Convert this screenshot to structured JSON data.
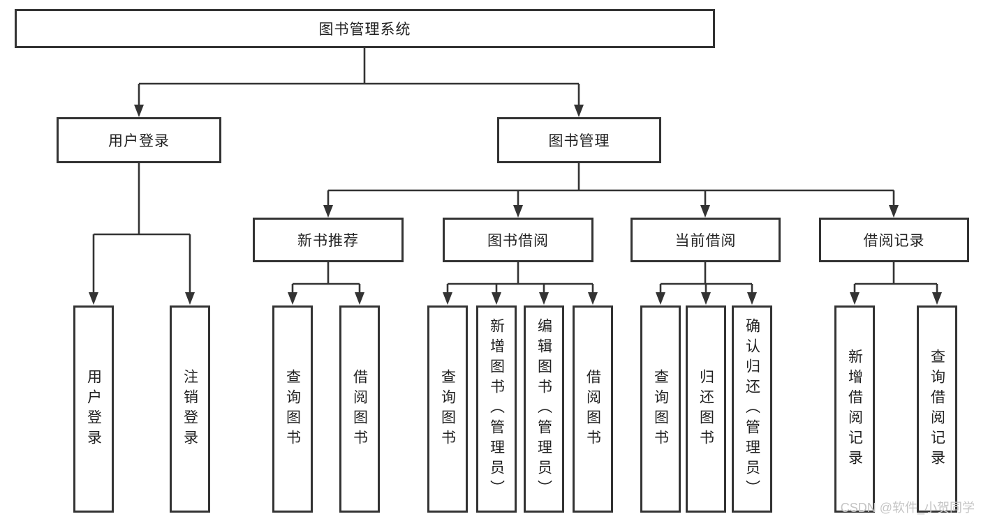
{
  "diagram": {
    "title": "图书管理系统",
    "branches": [
      {
        "label": "用户登录",
        "children": [
          {
            "label": "用户登录"
          },
          {
            "label": "注销登录"
          }
        ]
      },
      {
        "label": "图书管理",
        "children": [
          {
            "label": "新书推荐",
            "children": [
              {
                "label": "查询图书"
              },
              {
                "label": "借阅图书"
              }
            ]
          },
          {
            "label": "图书借阅",
            "children": [
              {
                "label": "查询图书"
              },
              {
                "label": "新增图书（管理员）"
              },
              {
                "label": "编辑图书（管理员）"
              },
              {
                "label": "借阅图书"
              }
            ]
          },
          {
            "label": "当前借阅",
            "children": [
              {
                "label": "查询图书"
              },
              {
                "label": "归还图书"
              },
              {
                "label": "确认归还（管理员）"
              }
            ]
          },
          {
            "label": "借阅记录",
            "children": [
              {
                "label": "新增借阅记录"
              },
              {
                "label": "查询借阅记录"
              }
            ]
          }
        ]
      }
    ]
  },
  "watermark": {
    "text": "CSDN @软件_小贺同学"
  },
  "colors": {
    "line": "#333333",
    "box_border": "#333333",
    "box_background": "#ffffff",
    "text": "#222222",
    "watermark": "#c5c5c5"
  }
}
